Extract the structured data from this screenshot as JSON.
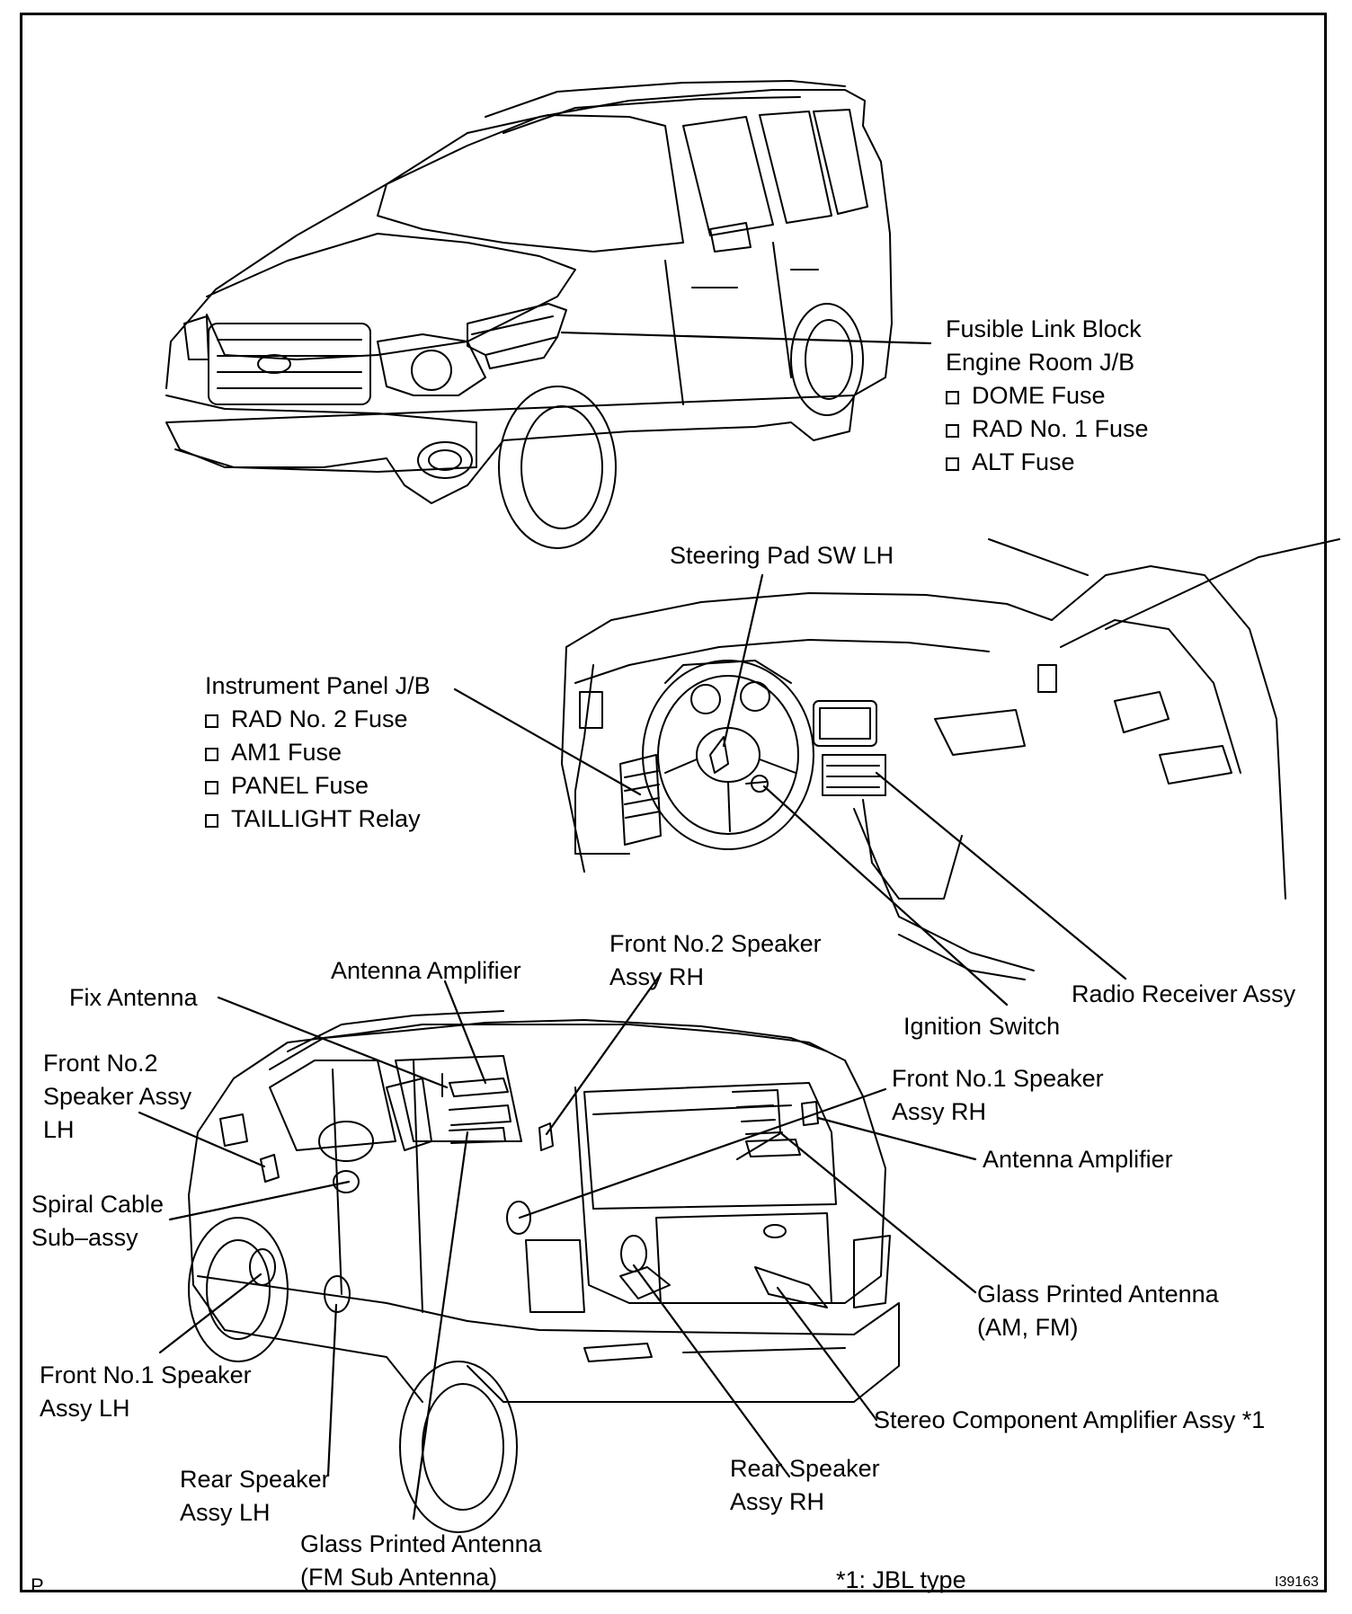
{
  "labels": {
    "fusible": {
      "lines": [
        "Fusible Link Block",
        "Engine Room J/B"
      ],
      "items": [
        "DOME Fuse",
        "RAD No. 1 Fuse",
        "ALT Fuse"
      ]
    },
    "steering_pad": "Steering Pad SW LH",
    "instrument_panel": {
      "title": "Instrument Panel J/B",
      "items": [
        "RAD No. 2 Fuse",
        "AM1 Fuse",
        "PANEL Fuse",
        "TAILLIGHT Relay"
      ]
    },
    "radio_receiver": "Radio Receiver Assy",
    "ignition_switch": "Ignition Switch",
    "front_no2_rh": [
      "Front No.2 Speaker",
      "Assy RH"
    ],
    "antenna_amp_top": "Antenna Amplifier",
    "fix_antenna": "Fix Antenna",
    "front_no2_lh": [
      "Front No.2",
      "Speaker Assy",
      "LH"
    ],
    "front_no1_rh": [
      "Front No.1 Speaker",
      "Assy RH"
    ],
    "antenna_amp_right": "Antenna Amplifier",
    "spiral_cable": [
      "Spiral Cable",
      "Sub–assy"
    ],
    "glass_printed_amfm": [
      "Glass Printed Antenna",
      "(AM, FM)"
    ],
    "front_no1_lh": [
      "Front No.1 Speaker",
      "Assy LH"
    ],
    "stereo_amp": "Stereo Component Amplifier Assy *1",
    "rear_speaker_lh": [
      "Rear Speaker",
      "Assy LH"
    ],
    "rear_speaker_rh": [
      "Rear Speaker",
      "Assy RH"
    ],
    "glass_printed_fmsub": [
      "Glass Printed Antenna",
      "(FM Sub Antenna)"
    ],
    "footnote": "*1: JBL type",
    "corner_p": "P",
    "figure_id": "I39163"
  }
}
